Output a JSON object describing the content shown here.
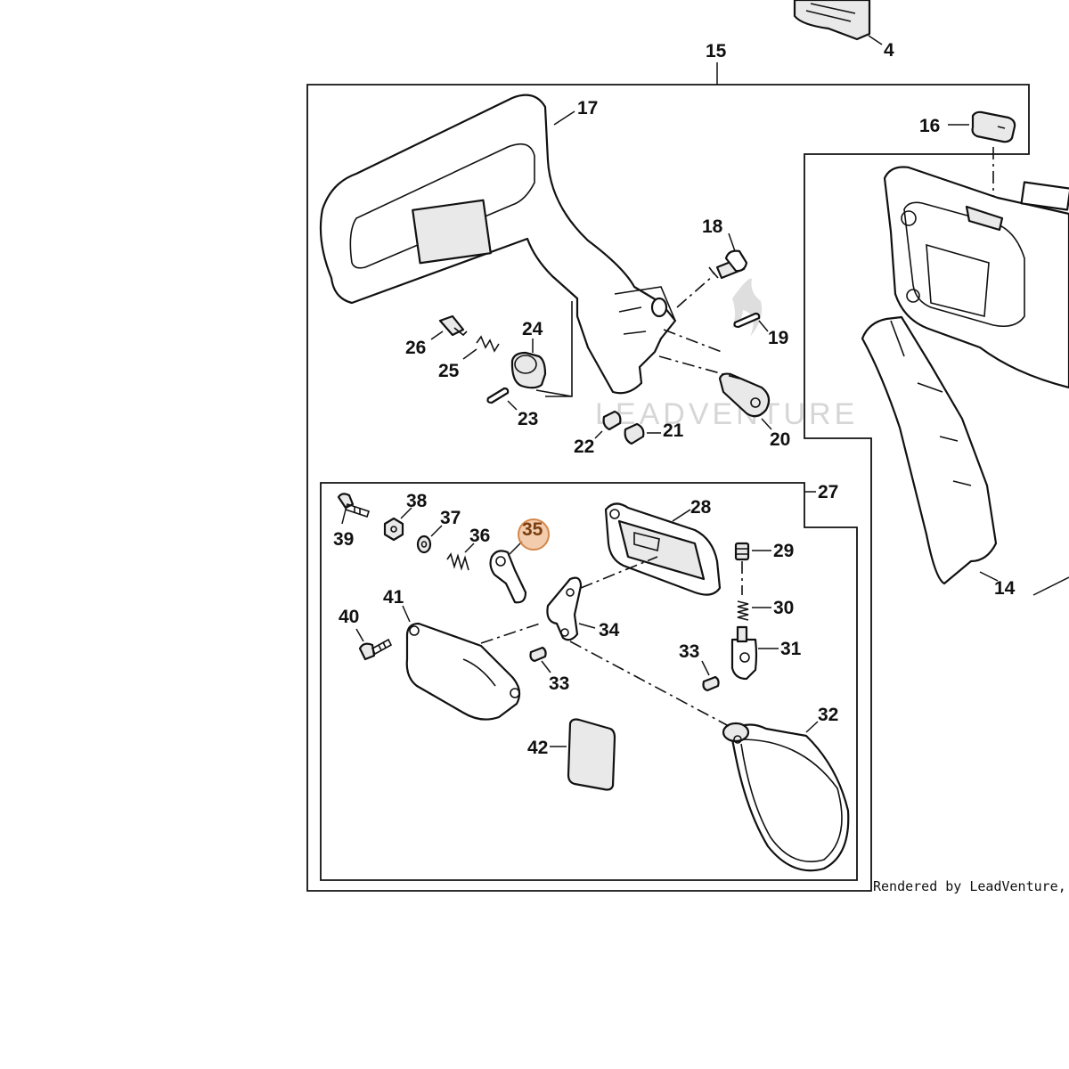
{
  "diagram": {
    "highlighted_callout": "35",
    "highlight_color": "#e8a36a",
    "callouts": {
      "c4": "4",
      "c14": "14",
      "c15": "15",
      "c16": "16",
      "c17": "17",
      "c18": "18",
      "c19": "19",
      "c20": "20",
      "c21": "21",
      "c22": "22",
      "c23": "23",
      "c24": "24",
      "c25": "25",
      "c26": "26",
      "c27": "27",
      "c28": "28",
      "c29": "29",
      "c30": "30",
      "c31": "31",
      "c32": "32",
      "c33a": "33",
      "c33b": "33",
      "c34": "34",
      "c35": "35",
      "c36": "36",
      "c37": "37",
      "c38": "38",
      "c39": "39",
      "c40": "40",
      "c41": "41",
      "c42": "42"
    },
    "watermark": "LEADVENTURE",
    "credit": "Rendered by LeadVenture, Inc."
  }
}
